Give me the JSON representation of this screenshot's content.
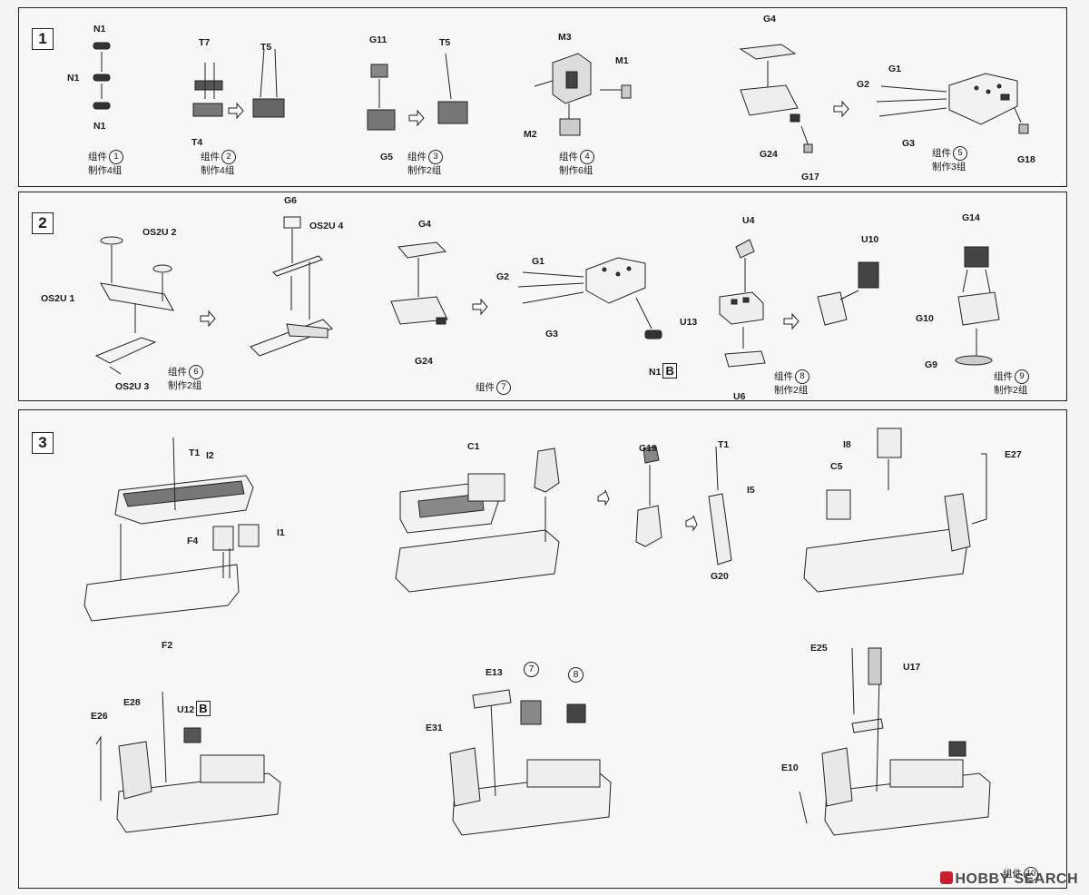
{
  "steps": {
    "s1": "1",
    "s2": "2",
    "s3": "3"
  },
  "step1": {
    "labels": {
      "n1a": "N1",
      "n1b": "N1",
      "n1c": "N1",
      "t7": "T7",
      "t4": "T4",
      "t5a": "T5",
      "g11": "G11",
      "g5": "G5",
      "t5b": "T5",
      "m3": "M3",
      "m1": "M1",
      "m2": "M2",
      "g4": "G4",
      "g24": "G24",
      "g17": "G17",
      "g1": "G1",
      "g2": "G2",
      "g3": "G3",
      "g18": "G18"
    },
    "captions": [
      {
        "text": "组件",
        "num": "1",
        "qty": "制作4组"
      },
      {
        "text": "组件",
        "num": "2",
        "qty": "制作4组"
      },
      {
        "text": "组件",
        "num": "3",
        "qty": "制作2组"
      },
      {
        "text": "组件",
        "num": "4",
        "qty": "制作6组"
      },
      {
        "text": "组件",
        "num": "5",
        "qty": "制作3组"
      }
    ]
  },
  "step2": {
    "labels": {
      "os2u2": "OS2U 2",
      "os2u1": "OS2U 1",
      "os2u3": "OS2U 3",
      "g6": "G6",
      "os2u4": "OS2U 4",
      "g4": "G4",
      "g24": "G24",
      "g1": "G1",
      "g2": "G2",
      "g3": "G3",
      "n1": "N1",
      "b": "B",
      "u4": "U4",
      "u13": "U13",
      "u6": "U6",
      "u10": "U10",
      "g14": "G14",
      "g10": "G10",
      "g9": "G9"
    },
    "captions": [
      {
        "text": "组件",
        "num": "6",
        "qty": "制作2组"
      },
      {
        "text": "组件",
        "num": "7",
        "qty": ""
      },
      {
        "text": "组件",
        "num": "8",
        "qty": "制作2组"
      },
      {
        "text": "组件",
        "num": "9",
        "qty": "制作2组"
      }
    ]
  },
  "step3": {
    "labels": {
      "t1a": "T1",
      "i2": "I2",
      "f4": "F4",
      "i1": "I1",
      "f2": "F2",
      "c1": "C1",
      "g19": "G19",
      "t1b": "T1",
      "i5": "I5",
      "g20": "G20",
      "i8": "I8",
      "c5": "C5",
      "e27": "E27",
      "e28": "E28",
      "u12": "U12",
      "b": "B",
      "e26": "E26",
      "e13": "E13",
      "c7": "7",
      "c8": "8",
      "e31": "E31",
      "e25": "E25",
      "u17": "U17",
      "e10": "E10"
    },
    "caption": {
      "text": "组件",
      "num": "10"
    }
  },
  "watermark": "HOBBY SEARCH"
}
